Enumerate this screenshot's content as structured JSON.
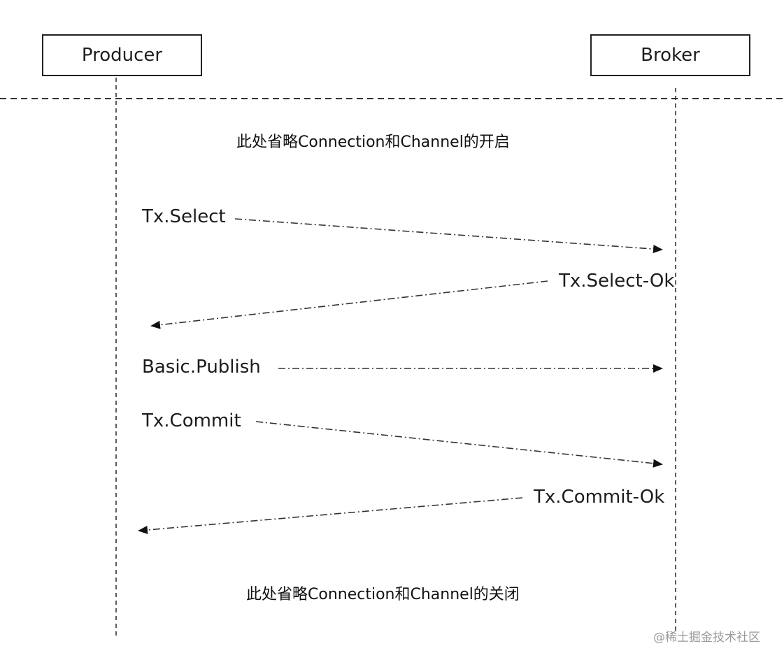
{
  "actors": {
    "producer": "Producer",
    "broker": "Broker"
  },
  "notes": {
    "open": "此处省略Connection和Channel的开启",
    "close": "此处省略Connection和Channel的关闭"
  },
  "messages": [
    {
      "label": "Tx.Select",
      "direction": "producer-to-broker"
    },
    {
      "label": "Tx.Select-Ok",
      "direction": "broker-to-producer"
    },
    {
      "label": "Basic.Publish",
      "direction": "producer-to-broker"
    },
    {
      "label": "Tx.Commit",
      "direction": "producer-to-broker"
    },
    {
      "label": "Tx.Commit-Ok",
      "direction": "broker-to-producer"
    }
  ],
  "watermark": "@稀土掘金技术社区",
  "colors": {
    "line": "#222222",
    "watermark": "#9a9a9a"
  }
}
